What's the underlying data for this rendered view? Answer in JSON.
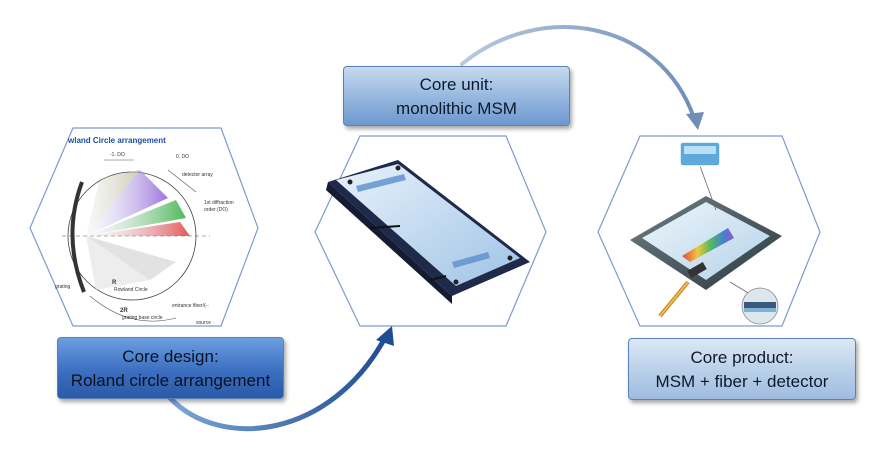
{
  "boxes": {
    "core_unit": {
      "line1": "Core unit:",
      "line2": "monolithic MSM"
    },
    "core_design": {
      "line1": "Core design:",
      "line2": "Roland circle arrangement"
    },
    "core_product": {
      "line1": "Core product:",
      "line2": "MSM + fiber + detector"
    }
  },
  "rowland_panel": {
    "title": "wland Circle arrangement",
    "minus1_order": "-1. DO",
    "zero_order": "0. DO",
    "detector_array": "detector array",
    "first_order_a": "1st diffraction",
    "first_order_b": "order (DO)",
    "grating": "grating",
    "r_label": "R",
    "rowland_circle": "Rowland Circle",
    "entrance_fiber": "entrance fiber/(-·",
    "two_r": "2R",
    "grating_base": "grating base circle",
    "source": "source ·"
  },
  "colors": {
    "arrow": "#2f5d9e",
    "hex_border": "#7a9ccf",
    "box_dark": "#3c6fc0",
    "box_mid": "#8fb2dc",
    "box_light": "#b8cfe9"
  }
}
